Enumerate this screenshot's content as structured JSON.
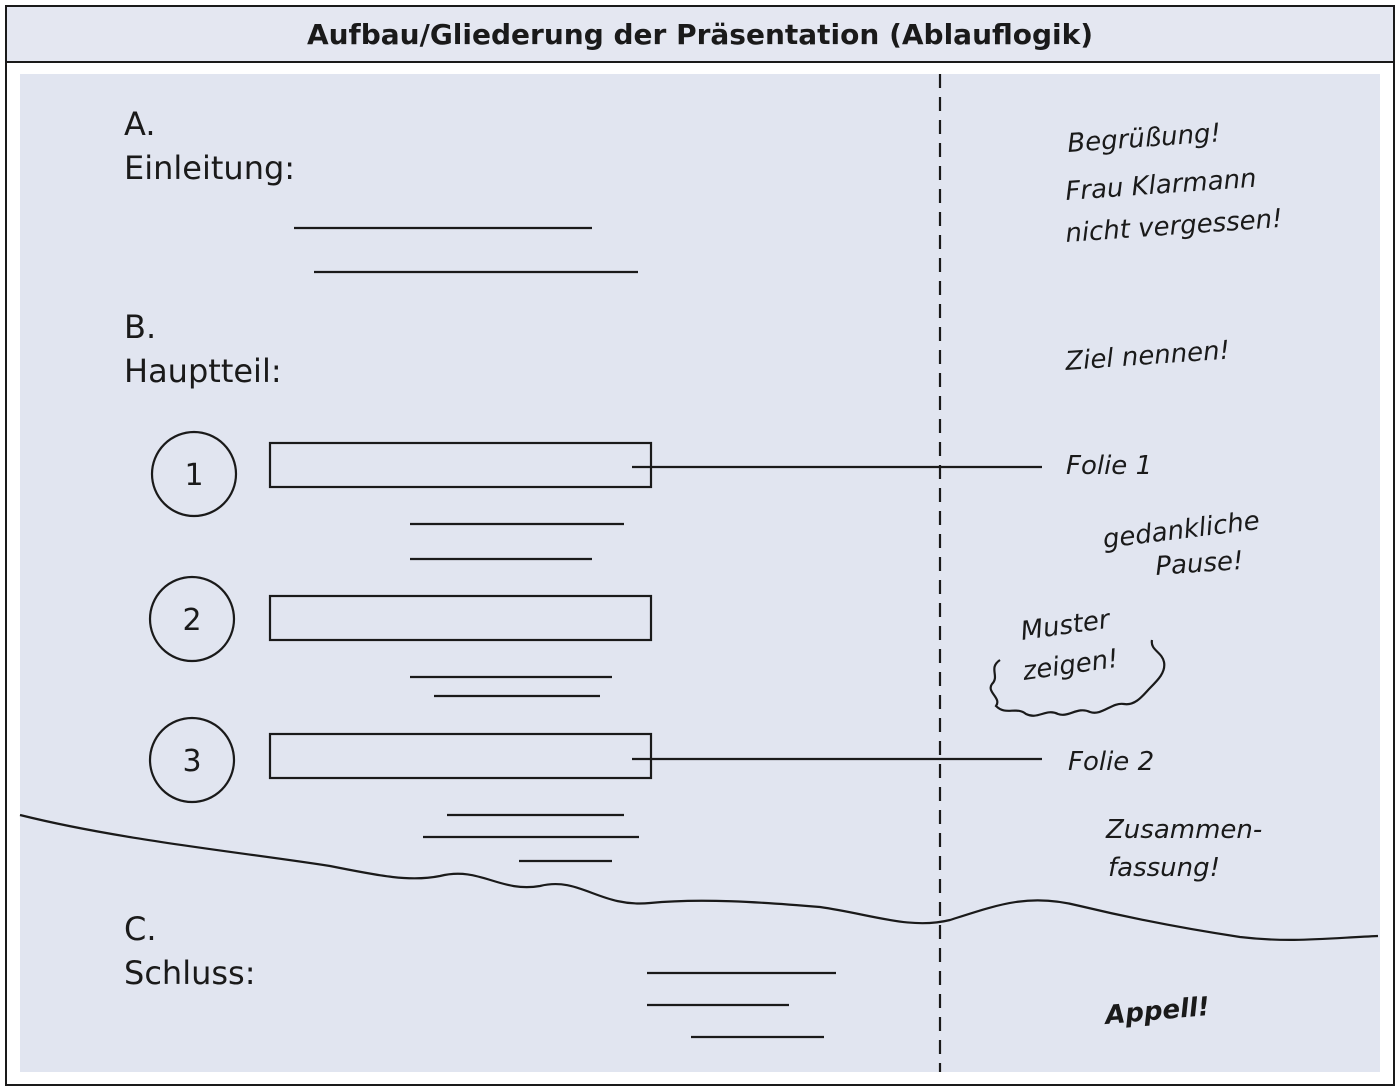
{
  "title": "Aufbau/Gliederung der Präsentation (Ablauflogik)",
  "sections": {
    "a_letter": "A.",
    "a_label": "Einleitung:",
    "b_letter": "B.",
    "b_label": "Hauptteil:",
    "c_letter": "C.",
    "c_label": "Schluss:"
  },
  "points": [
    "1",
    "2",
    "3"
  ],
  "notes": {
    "begruessung": "Begrüßung!",
    "klarmann_1": "Frau Klarmann",
    "klarmann_2": "nicht vergessen!",
    "ziel": "Ziel nennen!",
    "folie1": "Folie 1",
    "pause_1": "gedankliche",
    "pause_2": "Pause!",
    "muster_1": "Muster",
    "muster_2": "zeigen!",
    "folie2": "Folie 2",
    "zusammen_1": "Zusammen-",
    "zusammen_2": "fassung!",
    "appell": "Appell!"
  }
}
